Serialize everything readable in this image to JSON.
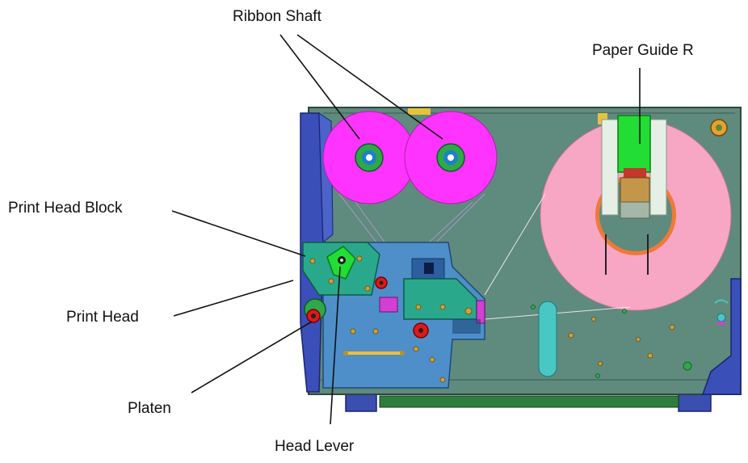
{
  "diagram": {
    "labels": {
      "ribbon_shaft": "Ribbon Shaft",
      "paper_guide_r": "Paper Guide R",
      "print_head_block": "Print Head Block",
      "print_head": "Print Head",
      "platen": "Platen",
      "head_lever": "Head Lever"
    },
    "colors": {
      "frame": "#5f8a7e",
      "ribbon_roll": "#ff33ff",
      "paper_roll": "#f7a6c4",
      "paper_core": "#ef7a35",
      "paper_guide": "#22dd33",
      "side_cover": "#3a4fb8",
      "mechanism": "#4e8fc9",
      "head_block": "#2aa88c",
      "platen": "#e01818",
      "base_pcb": "#2e7d3c"
    }
  }
}
